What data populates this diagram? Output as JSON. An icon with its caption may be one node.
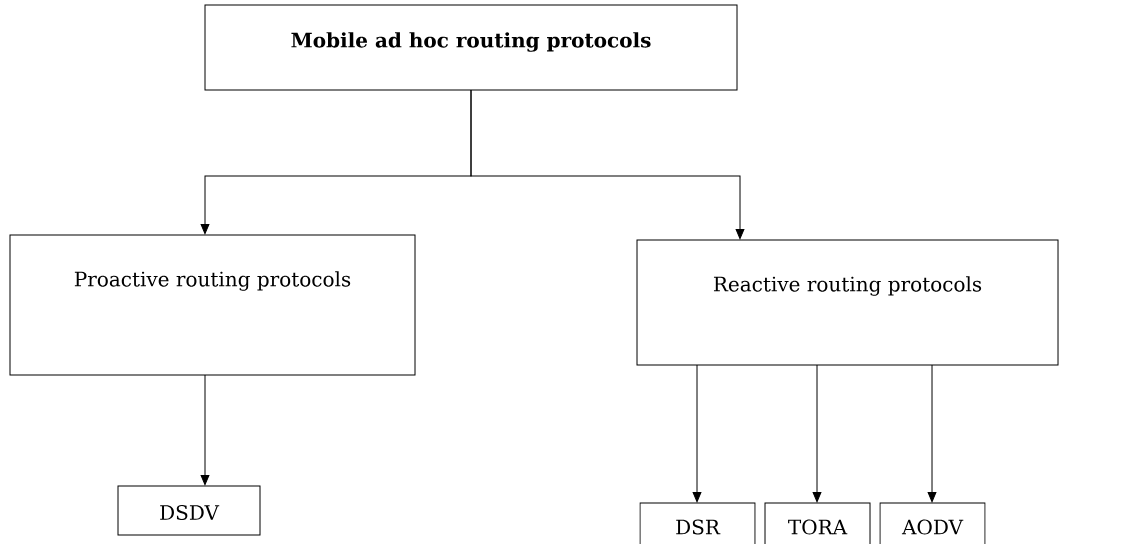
{
  "diagram": {
    "nodes": [
      {
        "text": [
          "Mobile ad hoc routing protocols"
        ]
      },
      {
        "text": [
          "Proactive routing protocols"
        ]
      },
      {
        "text": [
          "Reactive routing protocols"
        ]
      },
      {
        "text": [
          "DSDV"
        ]
      },
      {
        "text": [
          "DSR"
        ]
      },
      {
        "text": [
          "TORA"
        ]
      },
      {
        "text": [
          "AODV"
        ]
      }
    ],
    "edges": [
      {
        "from": 0,
        "to": 1,
        "arrow": "to"
      },
      {
        "from": 0,
        "to": 2,
        "arrow": "to"
      },
      {
        "from": 1,
        "to": 3,
        "arrow": "to"
      },
      {
        "from": 2,
        "to": 4,
        "arrow": "to"
      },
      {
        "from": 2,
        "to": 5,
        "arrow": "to"
      },
      {
        "from": 2,
        "to": 6,
        "arrow": "to"
      }
    ]
  }
}
